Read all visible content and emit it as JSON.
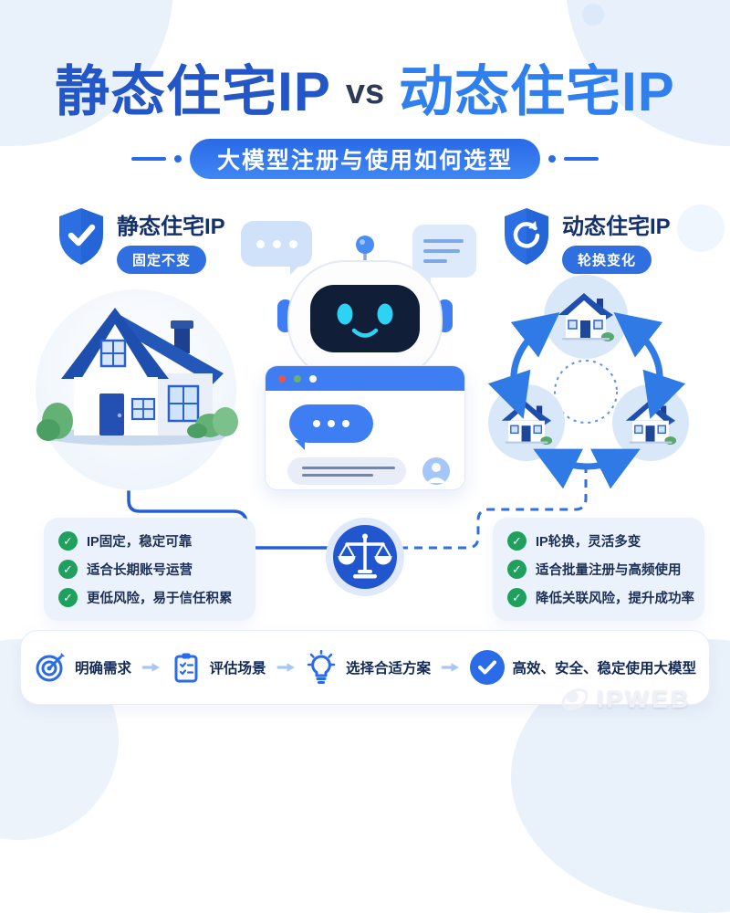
{
  "header": {
    "title_left": "静态住宅IP",
    "title_vs": "vs",
    "title_right": "动态住宅IP",
    "subtitle": "大模型注册与使用如何选型"
  },
  "static_side": {
    "label": "静态住宅IP",
    "tag": "固定不变",
    "features": [
      "IP固定，稳定可靠",
      "适合长期账号运营",
      "更低风险，易于信任积累"
    ]
  },
  "dynamic_side": {
    "label": "动态住宅IP",
    "tag": "轮换变化",
    "features": [
      "IP轮换，灵活多变",
      "适合批量注册与高频使用",
      "降低关联风险，提升成功率"
    ]
  },
  "process": {
    "steps": [
      {
        "icon": "target-icon",
        "label": "明确需求"
      },
      {
        "icon": "clipboard-icon",
        "label": "评估场景"
      },
      {
        "icon": "lightbulb-icon",
        "label": "选择合适方案"
      },
      {
        "icon": "check-circle-icon",
        "label": "高效、安全、稳定使用大模型"
      }
    ]
  },
  "footer": {
    "brand": "IPWEB"
  },
  "colors": {
    "title_static": "#2356c6",
    "title_dynamic": "#2f80ee",
    "accent_blue": "#2a6be8",
    "pill_blue": "#2f6fe0",
    "navy_text": "#14316b",
    "check_green": "#1fa05c",
    "card_bg": "#ecf2fb",
    "robot_face": "#101e38",
    "robot_eyes": "#2ed2f4"
  }
}
